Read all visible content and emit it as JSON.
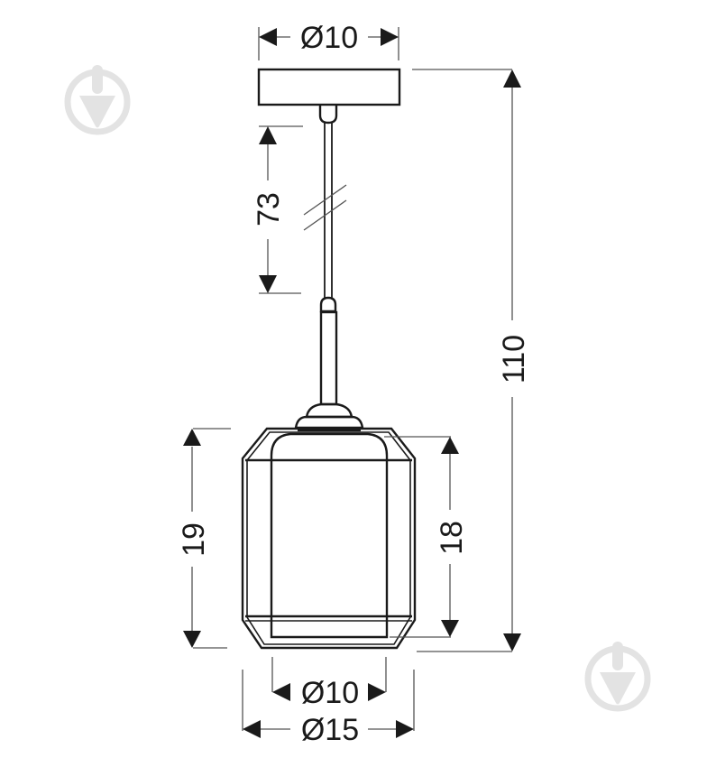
{
  "drawing": {
    "title": "Pendant lamp dimension drawing",
    "units": "cm",
    "dimensions": {
      "canopy_diameter": "Ø10",
      "cord_length": "73",
      "total_height": "110",
      "shade_outer_height": "19",
      "shade_inner_height": "18",
      "inner_glass_diameter": "Ø10",
      "shade_outer_diameter": "Ø15"
    },
    "colors": {
      "line": "#1a1a1a",
      "dimension_line": "#555555",
      "watermark": "#e3e3e3",
      "background": "#ffffff"
    },
    "watermarks": [
      "trowel-logo-top-left",
      "trowel-logo-bottom-right"
    ]
  }
}
